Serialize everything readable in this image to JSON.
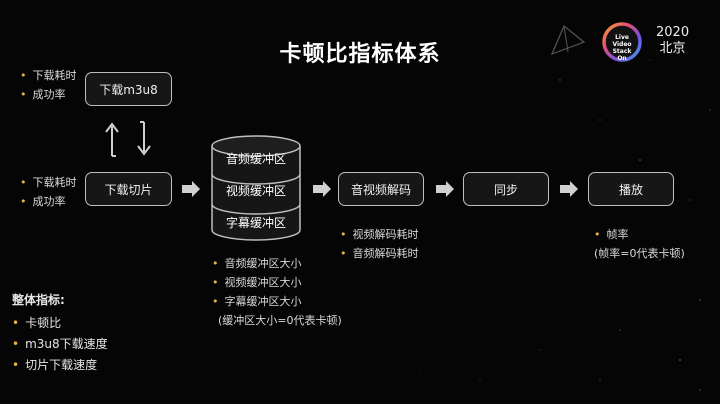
{
  "title": "卡顿比指标体系",
  "event": {
    "year": "2020",
    "city": "北京",
    "logo_line1": "Live Video",
    "logo_line2": "Stack On"
  },
  "nodes": {
    "download_m3u8": "下载m3u8",
    "download_slice": "下载切片",
    "audio_buffer": "音频缓冲区",
    "video_buffer": "视频缓冲区",
    "subtitle_buffer": "字幕缓冲区",
    "decode": "音视频解码",
    "sync": "同步",
    "play": "播放"
  },
  "notes": {
    "m3u8": [
      "下载耗时",
      "成功率"
    ],
    "slice": [
      "下载耗时",
      "成功率"
    ],
    "buffer": [
      "音频缓冲区大小",
      "视频缓冲区大小",
      "字幕缓冲区大小"
    ],
    "buffer_extra": "(缓冲区大小=0代表卡顿)",
    "decode": [
      "视频解码耗时",
      "音频解码耗时"
    ],
    "play": [
      "帧率"
    ],
    "play_extra": "(帧率=0代表卡顿)"
  },
  "overall": {
    "heading": "整体指标:",
    "items": [
      "卡顿比",
      "m3u8下载速度",
      "切片下载速度"
    ]
  },
  "colors": {
    "accent": "#e8b43a",
    "border": "#bfbfbf",
    "background": "#050505"
  }
}
